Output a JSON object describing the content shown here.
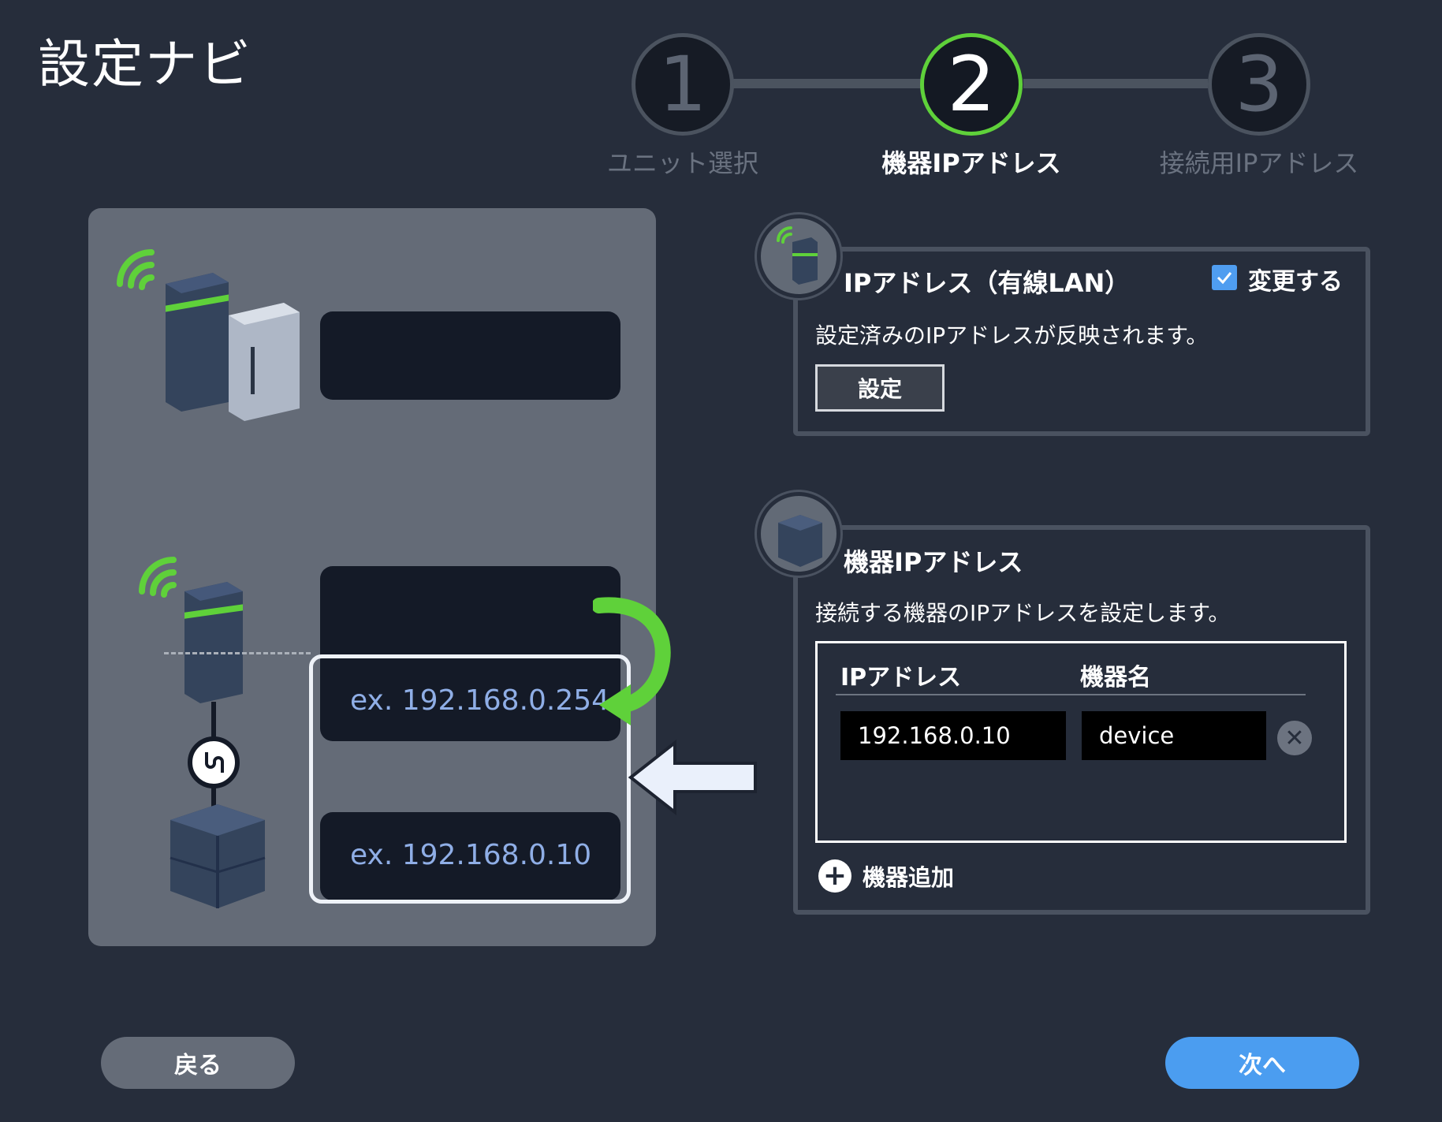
{
  "header": {
    "title": "設定ナビ"
  },
  "stepper": {
    "steps": [
      {
        "number": "1",
        "label": "ユニット選択",
        "active": false
      },
      {
        "number": "2",
        "label": "機器IPアドレス",
        "active": true
      },
      {
        "number": "3",
        "label": "接続用IPアドレス",
        "active": false
      }
    ]
  },
  "illustration": {
    "upper_ip_placeholder": "ex. 192.168.0.254",
    "lower_ip_placeholder": "ex. 192.168.0.10"
  },
  "wired_card": {
    "title": "IPアドレス（有線LAN）",
    "checkbox_label": "変更する",
    "checkbox_checked": true,
    "description": "設定済みのIPアドレスが反映されます。",
    "set_button": "設定"
  },
  "device_card": {
    "title": "機器IPアドレス",
    "description": "接続する機器のIPアドレスを設定します。",
    "columns": [
      "IPアドレス",
      "機器名"
    ],
    "rows": [
      {
        "ip": "192.168.0.10",
        "name": "device"
      }
    ],
    "add_label": "機器追加"
  },
  "footer": {
    "back_label": "戻る",
    "next_label": "次へ"
  },
  "colors": {
    "accent_green": "#5fd13a",
    "primary_blue": "#4b9df0",
    "background": "#262d3b"
  }
}
